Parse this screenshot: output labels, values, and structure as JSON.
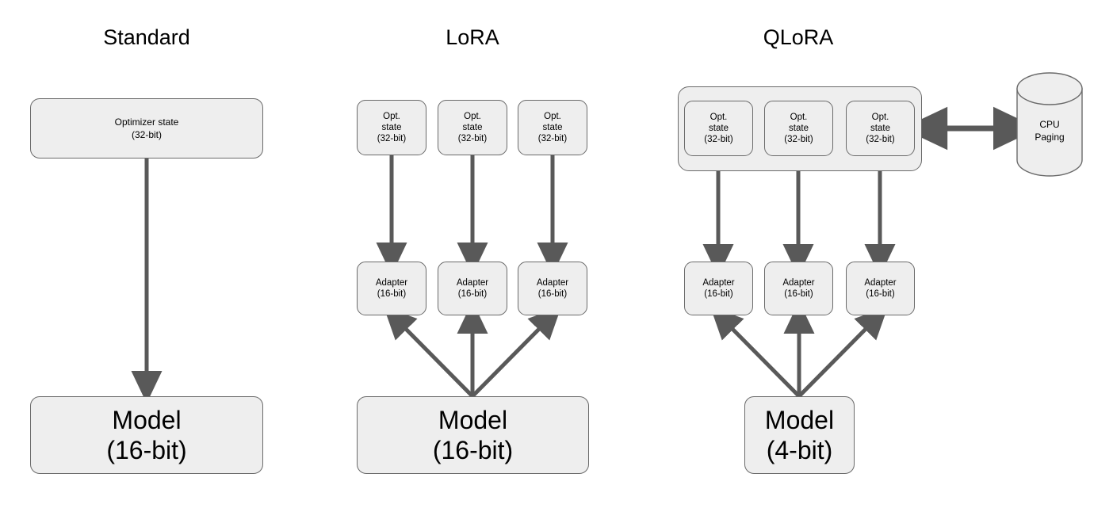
{
  "diagram": {
    "title_standard": "Standard",
    "title_lora": "LoRA",
    "title_qlora": "QLoRA",
    "background_color": "#ffffff",
    "node_fill": "#eeeeee",
    "node_border": "#6a6a6a",
    "arrow_color": "#595959"
  },
  "standard": {
    "optimizer": {
      "line1": "Optimizer state",
      "line2": "(32-bit)"
    },
    "model": {
      "line1": "Model",
      "line2": "(16-bit)"
    }
  },
  "lora": {
    "opt_states": [
      {
        "line1": "Opt.",
        "line2": "state",
        "line3": "(32-bit)"
      },
      {
        "line1": "Opt.",
        "line2": "state",
        "line3": "(32-bit)"
      },
      {
        "line1": "Opt.",
        "line2": "state",
        "line3": "(32-bit)"
      }
    ],
    "adapters": [
      {
        "line1": "Adapter",
        "line2": "(16-bit)"
      },
      {
        "line1": "Adapter",
        "line2": "(16-bit)"
      },
      {
        "line1": "Adapter",
        "line2": "(16-bit)"
      }
    ],
    "model": {
      "line1": "Model",
      "line2": "(16-bit)"
    }
  },
  "qlora": {
    "opt_states": [
      {
        "line1": "Opt.",
        "line2": "state",
        "line3": "(32-bit)"
      },
      {
        "line1": "Opt.",
        "line2": "state",
        "line3": "(32-bit)"
      },
      {
        "line1": "Opt.",
        "line2": "state",
        "line3": "(32-bit)"
      }
    ],
    "adapters": [
      {
        "line1": "Adapter",
        "line2": "(16-bit)"
      },
      {
        "line1": "Adapter",
        "line2": "(16-bit)"
      },
      {
        "line1": "Adapter",
        "line2": "(16-bit)"
      }
    ],
    "model": {
      "line1": "Model",
      "line2": "(4-bit)"
    },
    "cpu_paging": {
      "line1": "CPU",
      "line2": "Paging"
    }
  }
}
